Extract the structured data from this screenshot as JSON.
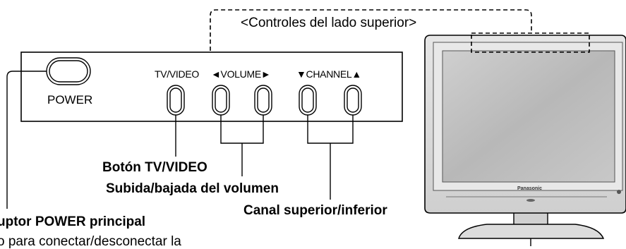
{
  "section_title": "<Controles del lado superior>",
  "panel": {
    "power_label": "POWER",
    "tv_video_label": "TV/VIDEO",
    "volume_label": "◄VOLUME►",
    "channel_label": "▼CHANNEL▲"
  },
  "callouts": {
    "tv_video": "Botón TV/VIDEO",
    "volume": "Subida/bajada del volumen",
    "channel": "Canal superior/inferior",
    "power": "uptor POWER principal",
    "power_desc": "o para conectar/desconectar la"
  },
  "tv": {
    "brand": "Panasonic"
  },
  "colors": {
    "line": "#000000",
    "tv_frame": "#d9d9d9",
    "screen": "#bfbfbf"
  }
}
